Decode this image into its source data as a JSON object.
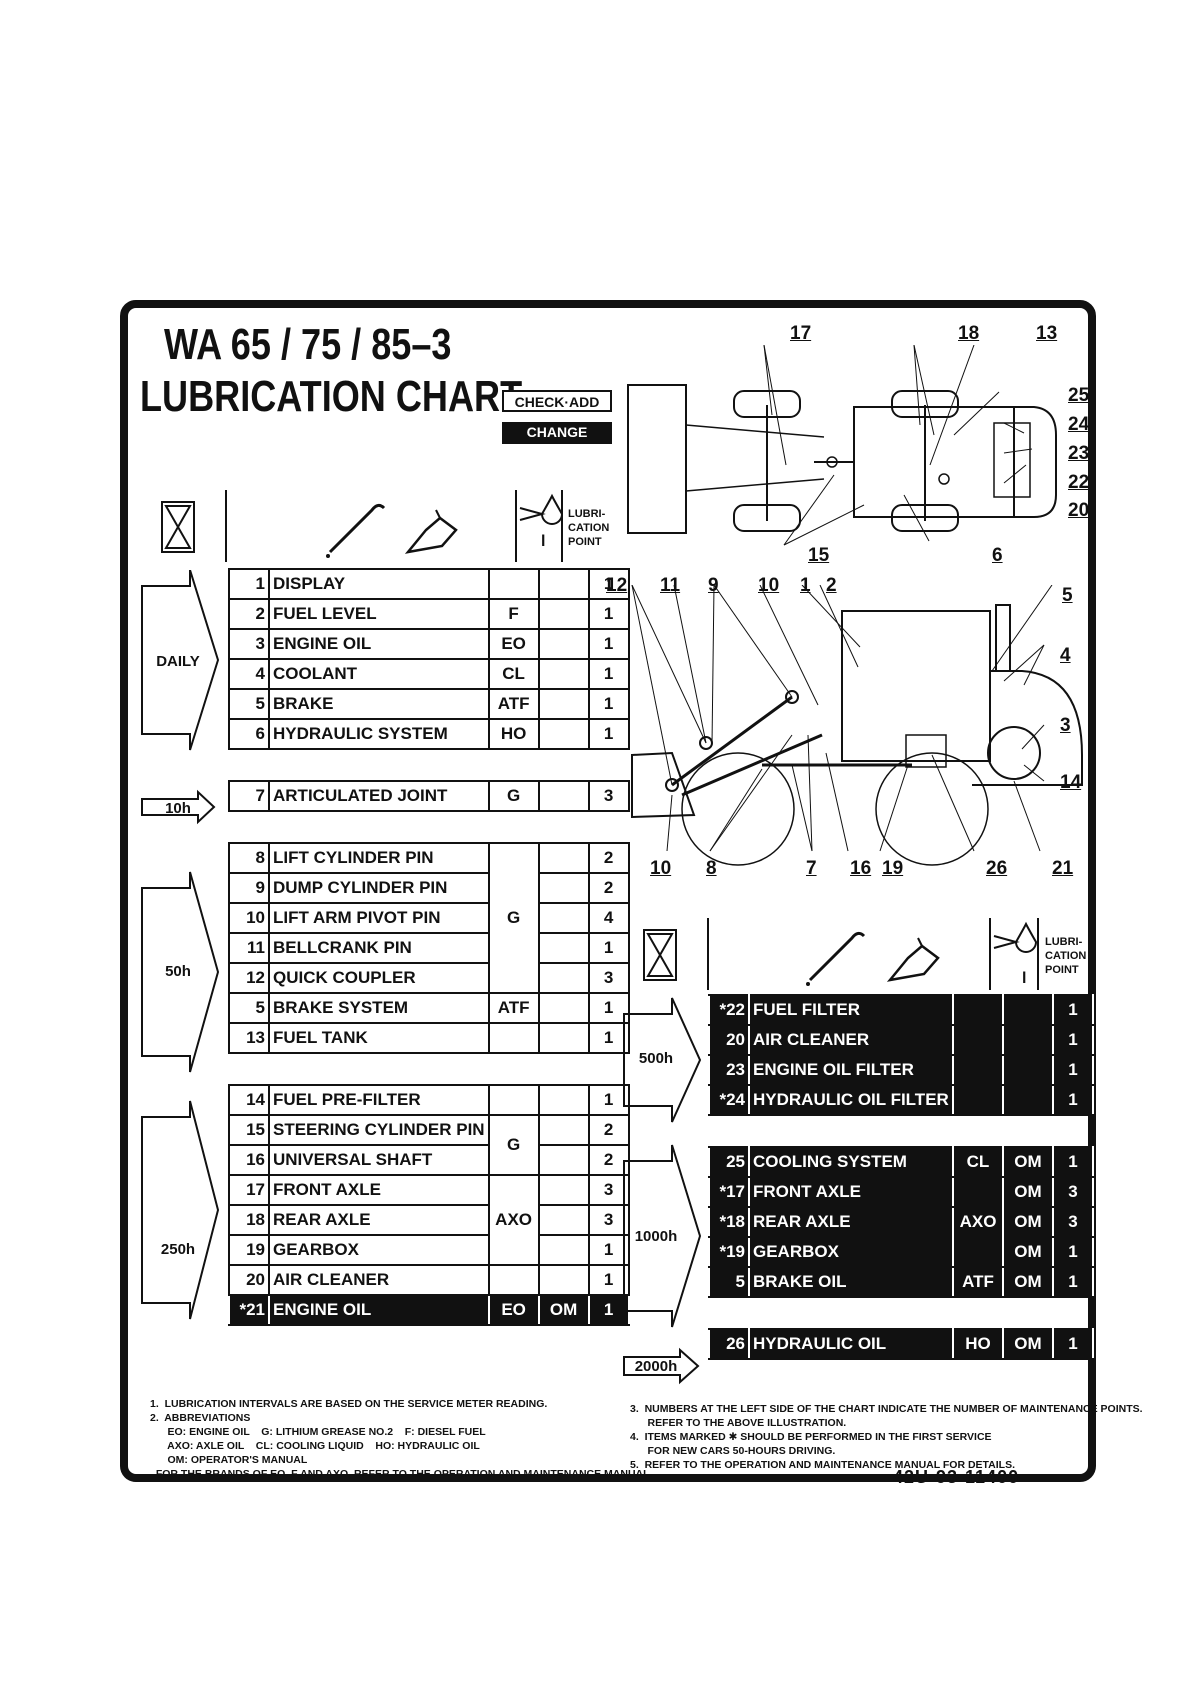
{
  "title": {
    "line1": "WA 65 / 75 / 85–3",
    "line2": "LUBRICATION CHART"
  },
  "legend": {
    "check_add": "CHECK·ADD",
    "change": "CHANGE"
  },
  "header": {
    "lubrication_point": "LUBRI-\nCATION\nPOINT",
    "level_mark": "l"
  },
  "intervals": {
    "daily": "DAILY",
    "h10": "10h",
    "h50": "50h",
    "h250": "250h",
    "h500": "500h",
    "h1000": "1000h",
    "h2000": "2000h"
  },
  "left_table": {
    "daily": [
      {
        "no": "1",
        "item": "DISPLAY",
        "lub": "",
        "change": "",
        "points": "1"
      },
      {
        "no": "2",
        "item": "FUEL LEVEL",
        "lub": "F",
        "change": "",
        "points": "1"
      },
      {
        "no": "3",
        "item": "ENGINE OIL",
        "lub": "EO",
        "change": "",
        "points": "1"
      },
      {
        "no": "4",
        "item": "COOLANT",
        "lub": "CL",
        "change": "",
        "points": "1"
      },
      {
        "no": "5",
        "item": "BRAKE",
        "lub": "ATF",
        "change": "",
        "points": "1"
      },
      {
        "no": "6",
        "item": "HYDRAULIC SYSTEM",
        "lub": "HO",
        "change": "",
        "points": "1"
      }
    ],
    "h10": [
      {
        "no": "7",
        "item": "ARTICULATED JOINT",
        "lub": "G",
        "change": "",
        "points": "3"
      }
    ],
    "h50": [
      {
        "no": "8",
        "item": "LIFT CYLINDER PIN",
        "points": "2"
      },
      {
        "no": "9",
        "item": "DUMP CYLINDER PIN",
        "points": "2"
      },
      {
        "no": "10",
        "item": "LIFT ARM PIVOT PIN",
        "points": "4"
      },
      {
        "no": "11",
        "item": "BELLCRANK PIN",
        "points": "1"
      },
      {
        "no": "12",
        "item": "QUICK COUPLER",
        "points": "3"
      },
      {
        "no": "5",
        "item": "BRAKE SYSTEM",
        "lub": "ATF",
        "points": "1"
      },
      {
        "no": "13",
        "item": "FUEL TANK",
        "lub": "",
        "points": "1"
      }
    ],
    "h50_group_lub": "G",
    "h250": [
      {
        "no": "14",
        "item": "FUEL PRE-FILTER",
        "points": "1"
      },
      {
        "no": "15",
        "item": "STEERING CYLINDER PIN",
        "points": "2"
      },
      {
        "no": "16",
        "item": "UNIVERSAL SHAFT",
        "points": "2"
      },
      {
        "no": "17",
        "item": "FRONT AXLE",
        "points": "3"
      },
      {
        "no": "18",
        "item": "REAR AXLE",
        "points": "3"
      },
      {
        "no": "19",
        "item": "GEARBOX",
        "points": "1"
      },
      {
        "no": "20",
        "item": "AIR CLEANER",
        "points": "1"
      },
      {
        "no": "*21",
        "item": "ENGINE OIL",
        "lub": "EO",
        "change": "OM",
        "points": "1"
      }
    ],
    "h250_group_g": "G",
    "h250_group_axo": "AXO"
  },
  "right_table": {
    "h500": [
      {
        "no": "*22",
        "item": "FUEL FILTER",
        "points": "1"
      },
      {
        "no": "20",
        "item": "AIR CLEANER",
        "points": "1"
      },
      {
        "no": "23",
        "item": "ENGINE OIL FILTER",
        "points": "1"
      },
      {
        "no": "*24",
        "item": "HYDRAULIC OIL FILTER",
        "points": "1"
      }
    ],
    "h1000": [
      {
        "no": "25",
        "item": "COOLING SYSTEM",
        "lub": "CL",
        "change": "OM",
        "points": "1"
      },
      {
        "no": "*17",
        "item": "FRONT AXLE",
        "change": "OM",
        "points": "3"
      },
      {
        "no": "*18",
        "item": "REAR AXLE",
        "change": "OM",
        "points": "3"
      },
      {
        "no": "*19",
        "item": "GEARBOX",
        "change": "OM",
        "points": "1"
      },
      {
        "no": "5",
        "item": "BRAKE OIL",
        "lub": "ATF",
        "change": "OM",
        "points": "1"
      }
    ],
    "h1000_group_axo": "AXO",
    "h2000": [
      {
        "no": "26",
        "item": "HYDRAULIC OIL",
        "lub": "HO",
        "change": "OM",
        "points": "1"
      }
    ]
  },
  "notes_left": [
    "1.  LUBRICATION INTERVALS ARE BASED ON THE SERVICE METER READING.",
    "2.  ABBREVIATIONS",
    "      EO: ENGINE OIL    G: LITHIUM GREASE NO.2    F: DIESEL FUEL",
    "      AXO: AXLE OIL    CL: COOLING LIQUID    HO: HYDRAULIC OIL",
    "      OM: OPERATOR'S MANUAL",
    "  FOR THE BRANDS OF EO, F AND AXO, REFER TO THE OPERATION AND MAINTENANCE MANUAL."
  ],
  "notes_right": [
    "3.  NUMBERS AT THE LEFT SIDE OF THE CHART INDICATE THE NUMBER OF MAINTENANCE POINTS.",
    "      REFER TO THE ABOVE ILLUSTRATION.",
    "4.  ITEMS MARKED ✱ SHOULD BE PERFORMED IN THE FIRST SERVICE",
    "      FOR NEW CARS 50-HOURS DRIVING.",
    "5.  REFER TO THE OPERATION AND MAINTENANCE MANUAL FOR DETAILS."
  ],
  "part_number": "42U-93-11400",
  "callouts_top": [
    "17",
    "18",
    "13",
    "25",
    "24",
    "23",
    "22",
    "20",
    "15",
    "6"
  ],
  "callouts_side": [
    "12",
    "11",
    "9",
    "10",
    "1",
    "2",
    "5",
    "4",
    "3",
    "14",
    "10",
    "8",
    "7",
    "16",
    "19",
    "26",
    "21"
  ]
}
